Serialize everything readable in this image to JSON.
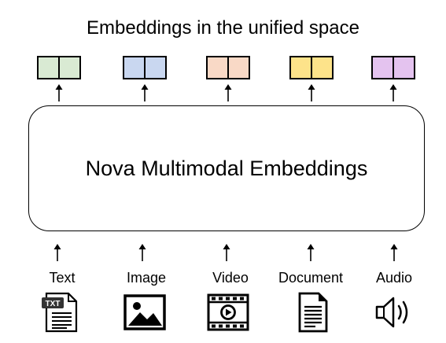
{
  "title": "Embeddings in the unified space",
  "model_label": "Nova Multimodal Embeddings",
  "colors": {
    "text": "#d9ead3",
    "image": "#c9d7f0",
    "video": "#f9d9c6",
    "document": "#fde38a",
    "audio": "#e4c3ef"
  },
  "modalities": [
    {
      "label": "Text",
      "icon": "txt-file-icon"
    },
    {
      "label": "Image",
      "icon": "image-icon"
    },
    {
      "label": "Video",
      "icon": "video-icon"
    },
    {
      "label": "Document",
      "icon": "document-icon"
    },
    {
      "label": "Audio",
      "icon": "speaker-icon"
    }
  ],
  "icon_text": {
    "txt_badge": "TXT"
  }
}
